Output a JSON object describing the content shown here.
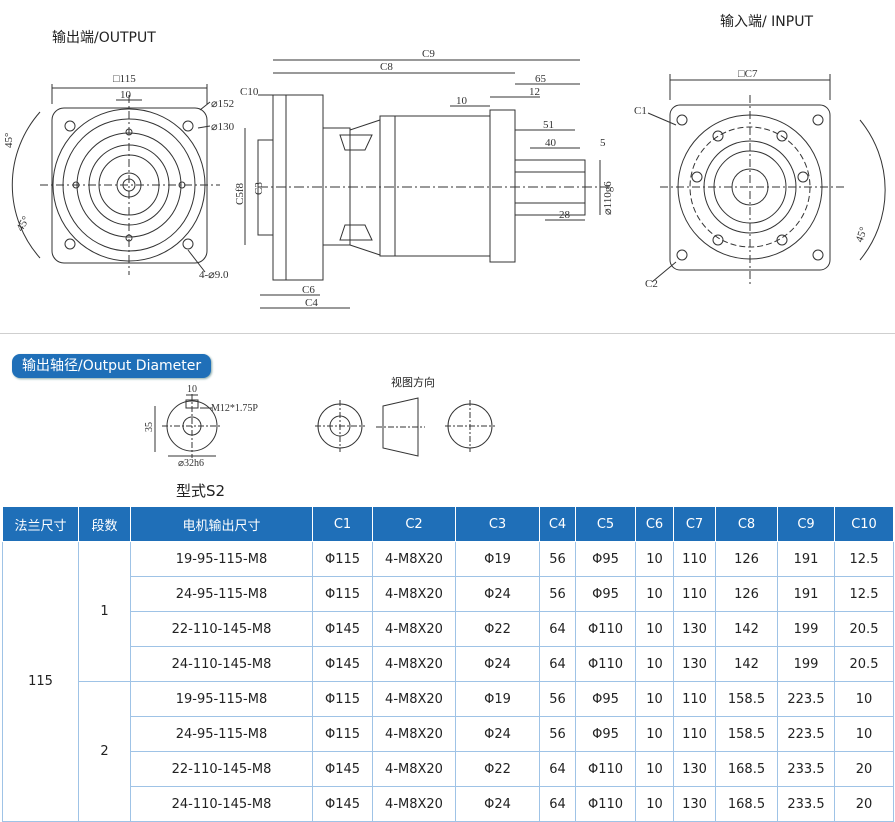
{
  "drawing": {
    "output_title": "输出端/OUTPUT",
    "input_title": "输入端/ INPUT",
    "output_face": {
      "square": "□115",
      "d1": "⌀152",
      "d2": "⌀130",
      "ten": "10",
      "holes": "4-⌀9.0",
      "angle1": "45°",
      "angle2": "45°"
    },
    "side": {
      "c9": "C9",
      "c8": "C8",
      "c10": "C10",
      "d65": "65",
      "d12": "12",
      "d10": "10",
      "d51": "51",
      "d40": "40",
      "d5": "5",
      "c5": "C5f8",
      "c3": "C3",
      "shaft": "⌀110g6",
      "d28": "28",
      "c6": "C6",
      "c4": "C4"
    },
    "input_face": {
      "square": "□C7",
      "c1": "C1",
      "c2": "C2",
      "angle": "45°"
    }
  },
  "output_diameter": {
    "badge": "输出轴径/Output Diameter",
    "view_direction": "视图方向",
    "key_width": "10",
    "height": "35",
    "thread": "M12*1.75P",
    "shaft": "⌀32h6",
    "model": "型式S2"
  },
  "table": {
    "headers": [
      "法兰尺寸",
      "段数",
      "电机输出尺寸",
      "C1",
      "C2",
      "C3",
      "C4",
      "C5",
      "C6",
      "C7",
      "C8",
      "C9",
      "C10"
    ],
    "flange": "115",
    "groups": [
      {
        "stage": "1",
        "rows": [
          [
            "19-95-115-M8",
            "Φ115",
            "4-M8X20",
            "Φ19",
            "56",
            "Φ95",
            "10",
            "110",
            "126",
            "191",
            "12.5"
          ],
          [
            "24-95-115-M8",
            "Φ115",
            "4-M8X20",
            "Φ24",
            "56",
            "Φ95",
            "10",
            "110",
            "126",
            "191",
            "12.5"
          ],
          [
            "22-110-145-M8",
            "Φ145",
            "4-M8X20",
            "Φ22",
            "64",
            "Φ110",
            "10",
            "130",
            "142",
            "199",
            "20.5"
          ],
          [
            "24-110-145-M8",
            "Φ145",
            "4-M8X20",
            "Φ24",
            "64",
            "Φ110",
            "10",
            "130",
            "142",
            "199",
            "20.5"
          ]
        ]
      },
      {
        "stage": "2",
        "rows": [
          [
            "19-95-115-M8",
            "Φ115",
            "4-M8X20",
            "Φ19",
            "56",
            "Φ95",
            "10",
            "110",
            "158.5",
            "223.5",
            "10"
          ],
          [
            "24-95-115-M8",
            "Φ115",
            "4-M8X20",
            "Φ24",
            "56",
            "Φ95",
            "10",
            "110",
            "158.5",
            "223.5",
            "10"
          ],
          [
            "22-110-145-M8",
            "Φ145",
            "4-M8X20",
            "Φ22",
            "64",
            "Φ110",
            "10",
            "130",
            "168.5",
            "233.5",
            "20"
          ],
          [
            "24-110-145-M8",
            "Φ145",
            "4-M8X20",
            "Φ24",
            "64",
            "Φ110",
            "10",
            "130",
            "168.5",
            "233.5",
            "20"
          ]
        ]
      }
    ]
  }
}
